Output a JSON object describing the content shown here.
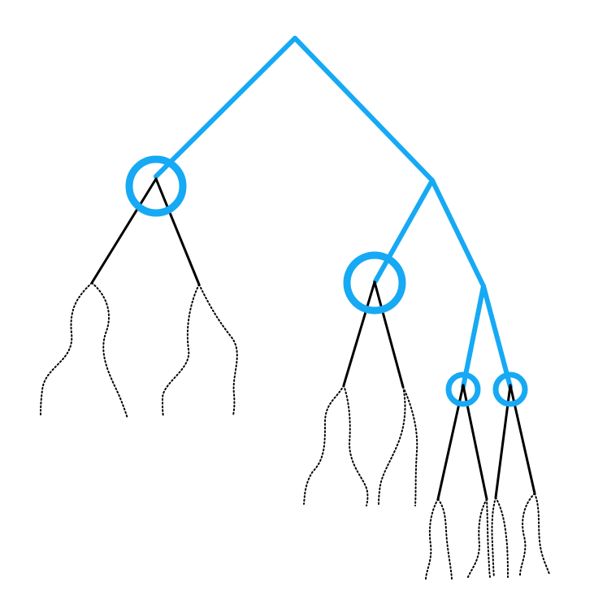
{
  "diagram": {
    "type": "binary-tree-path",
    "colors": {
      "highlight": "#16a9f4",
      "branch": "#000000",
      "continuation": "#000000",
      "background": "#ffffff"
    },
    "highlighted_path_nodes": [
      "root",
      "n1",
      "n2",
      "n3"
    ],
    "circled_nodes": [
      "a",
      "b",
      "c",
      "d"
    ],
    "labels": []
  }
}
